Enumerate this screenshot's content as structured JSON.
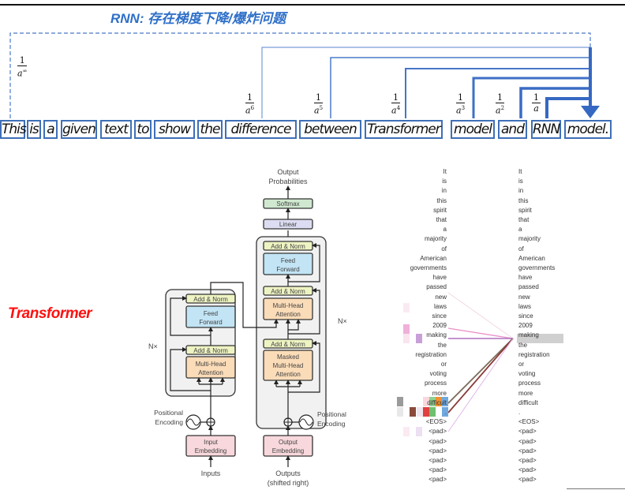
{
  "header": {
    "title": "RNN: 存在梯度下降/爆炸问题"
  },
  "rnn_diagram": {
    "accent_color": "#3f6fb8",
    "fractions": [
      {
        "id": "a-inf",
        "numerator": "1",
        "base": "a",
        "exponent": "∞"
      },
      {
        "id": "a6",
        "numerator": "1",
        "base": "a",
        "exponent": "6"
      },
      {
        "id": "a5",
        "numerator": "1",
        "base": "a",
        "exponent": "5"
      },
      {
        "id": "a4",
        "numerator": "1",
        "base": "a",
        "exponent": "4"
      },
      {
        "id": "a3",
        "numerator": "1",
        "base": "a",
        "exponent": "3"
      },
      {
        "id": "a2",
        "numerator": "1",
        "base": "a",
        "exponent": "2"
      },
      {
        "id": "a1",
        "numerator": "1",
        "base": "a",
        "exponent": ""
      }
    ],
    "words": [
      "This",
      "is",
      "a",
      "given",
      "text",
      "to",
      "show",
      "the",
      "difference",
      "between",
      "Transformer",
      "model",
      "and",
      "RNN",
      "model."
    ]
  },
  "transformer_label": "Transformer",
  "architecture": {
    "output_probabilities": [
      "Output",
      "Probabilities"
    ],
    "softmax": "Softmax",
    "linear": "Linear",
    "add_norm": "Add & Norm",
    "feed_forward": [
      "Feed",
      "Forward"
    ],
    "multi_head_attention": [
      "Multi-Head",
      "Attention"
    ],
    "masked_mha": [
      "Masked",
      "Multi-Head",
      "Attention"
    ],
    "nx": "N×",
    "positional_encoding": [
      "Positional",
      "Encoding"
    ],
    "input_embedding": [
      "Input",
      "Embedding"
    ],
    "output_embedding": [
      "Output",
      "Embedding"
    ],
    "inputs": "Inputs",
    "outputs": [
      "Outputs",
      "(shifted right)"
    ],
    "colors": {
      "softmax": "#cfe8cf",
      "linear": "#dcdcf2",
      "add_norm": "#eef3c2",
      "feed_forward": "#c2e4f5",
      "attention": "#fbdcb8",
      "embedding": "#f8d8dc",
      "block_bg": "#f1f1f1"
    }
  },
  "attention_viz": {
    "tokens": [
      "It",
      "is",
      "in",
      "this",
      "spirit",
      "that",
      "a",
      "majority",
      "of",
      "American",
      "governments",
      "have",
      "passed",
      "new",
      "laws",
      "since",
      "2009",
      "making",
      "the",
      "registration",
      "or",
      "voting",
      "process",
      "more",
      "difficult",
      ".",
      "<EOS>",
      "<pad>",
      "<pad>",
      "<pad>",
      "<pad>",
      "<pad>",
      "<pad>"
    ],
    "highlighted_token": "making",
    "highlighted_index": 17,
    "attention_links": [
      {
        "from": "2009",
        "color": "#e890c8"
      },
      {
        "from": "making",
        "color": "#b070c0"
      },
      {
        "from": "more",
        "color": "#7a6a58"
      },
      {
        "from": "difficult",
        "color": "#8a3a3a"
      },
      {
        "from": "<EOS>",
        "color": "#e0b8e8"
      },
      {
        "from": "laws",
        "color": "#f0d0e0"
      }
    ]
  }
}
